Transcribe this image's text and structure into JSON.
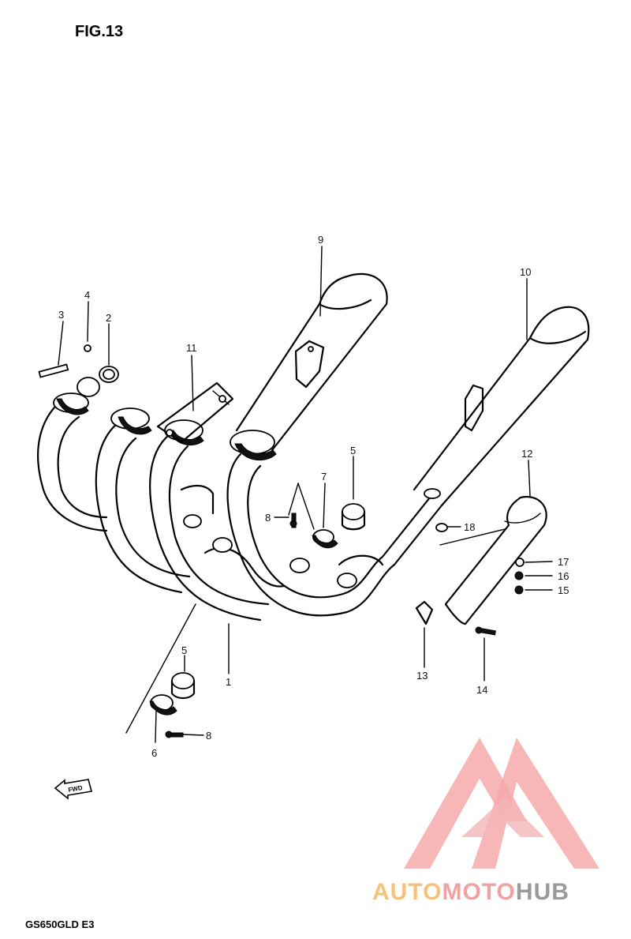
{
  "figure": {
    "title": "FIG.13",
    "model_code": "GS650GLD E3"
  },
  "forward_marker": "FWD",
  "callouts": [
    {
      "id": "c1",
      "label": "1"
    },
    {
      "id": "c2",
      "label": "2"
    },
    {
      "id": "c3",
      "label": "3"
    },
    {
      "id": "c4",
      "label": "4"
    },
    {
      "id": "c5a",
      "label": "5"
    },
    {
      "id": "c5b",
      "label": "5"
    },
    {
      "id": "c6",
      "label": "6"
    },
    {
      "id": "c7",
      "label": "7"
    },
    {
      "id": "c8a",
      "label": "8"
    },
    {
      "id": "c8b",
      "label": "8"
    },
    {
      "id": "c9",
      "label": "9"
    },
    {
      "id": "c10",
      "label": "10"
    },
    {
      "id": "c11",
      "label": "11"
    },
    {
      "id": "c12",
      "label": "12"
    },
    {
      "id": "c13",
      "label": "13"
    },
    {
      "id": "c14",
      "label": "14"
    },
    {
      "id": "c15",
      "label": "15"
    },
    {
      "id": "c16",
      "label": "16"
    },
    {
      "id": "c17",
      "label": "17"
    },
    {
      "id": "c18",
      "label": "18"
    }
  ],
  "watermark": {
    "part1": "AUTO",
    "part2": "MOTO",
    "part3": "HUB"
  },
  "colors": {
    "watermark_red": "#f4a3a3",
    "watermark_orange": "#f7c27a",
    "watermark_gray": "#9a9a9a"
  }
}
